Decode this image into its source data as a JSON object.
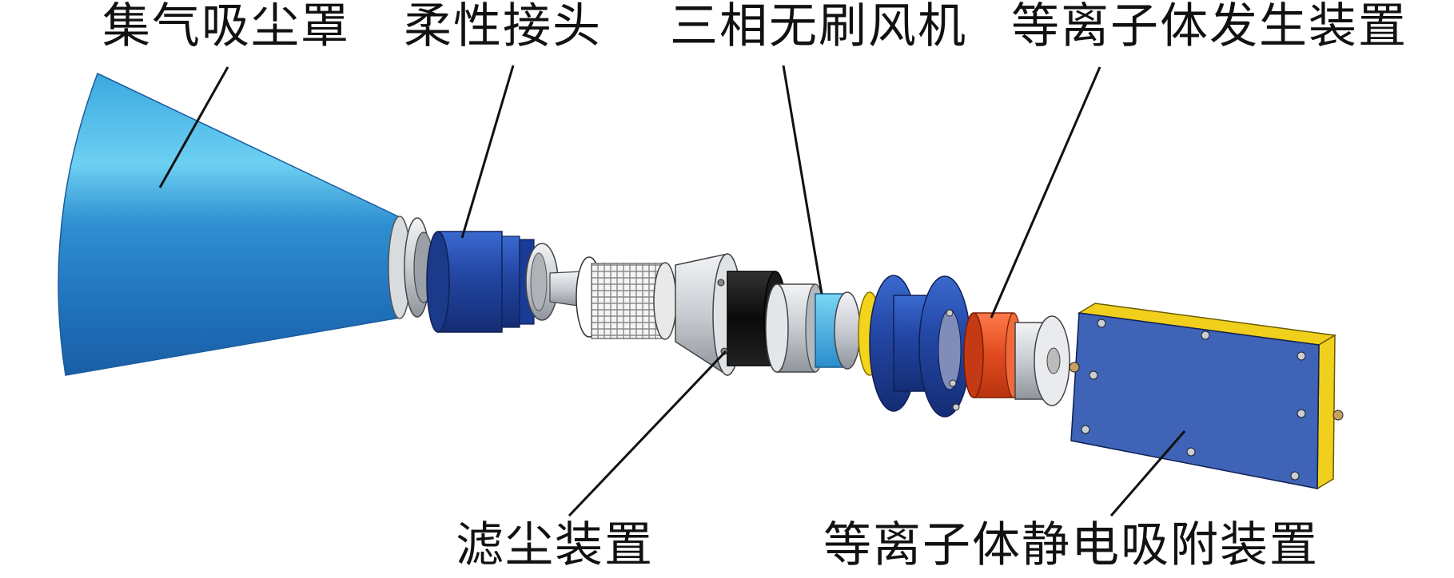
{
  "labels": {
    "hood": "集气吸尘罩",
    "flex_joint": "柔性接头",
    "fan": "三相无刷风机",
    "plasma_generator": "等离子体发生装置",
    "filter": "滤尘装置",
    "electrostatic": "等离子体静电吸附装置"
  },
  "colors": {
    "hood_blue": "#1f8ad0",
    "hood_light": "#67c8ee",
    "part_blue": "#2448a6",
    "silver": "#d9dde2",
    "black_ring": "#111111",
    "yellow": "#f2cf10",
    "orange": "#e8502a",
    "box_blue": "#3f63b6",
    "box_yellow": "#f1d01d",
    "leader": "#111111"
  },
  "icons": [
    "hood-shape",
    "flex-joint-shape",
    "filter-cartridge-shape",
    "fan-shape",
    "plasma-generator-shape",
    "electrostatic-box-shape"
  ]
}
